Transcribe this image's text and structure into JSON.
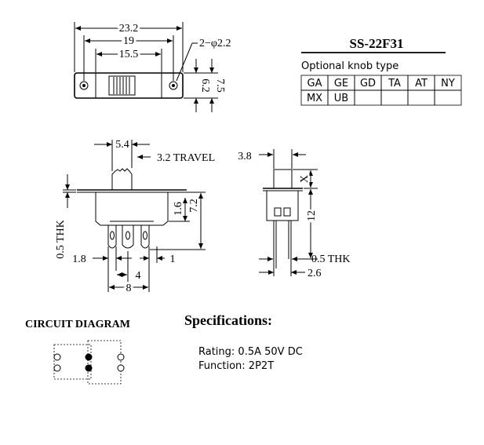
{
  "model": "SS-22F31",
  "knob": {
    "heading": "Optional knob type",
    "row1": [
      "GA",
      "GE",
      "GD",
      "TA",
      "AT",
      "NY"
    ],
    "row2": [
      "MX",
      "UB",
      "",
      "",
      "",
      ""
    ]
  },
  "top_view": {
    "dim_overall": "23.2",
    "dim_holes": "19",
    "dim_body": "15.5",
    "dim_hole_dia": "2−φ2.2",
    "dim_inner_height": "6.2",
    "dim_outer_height": "7.5"
  },
  "side_view": {
    "dim_knob_width": "5.4",
    "dim_travel": "3.2  TRAVEL",
    "dim_thk": "0.5  THK",
    "dim_left": "1.8",
    "dim_pitch": "4",
    "dim_span": "8",
    "dim_right": "1",
    "dim_plate": "1.6",
    "dim_height": "7.2"
  },
  "end_view": {
    "dim_knob": "3.8",
    "dim_x": "X",
    "dim_12": "12",
    "dim_thk": "0.5  THK",
    "dim_pin": "2.6"
  },
  "circuit": {
    "heading": "CIRCUIT DIAGRAM"
  },
  "specs": {
    "heading": "Specifications:",
    "rating": "Rating: 0.5A 50V DC",
    "function": "Function: 2P2T"
  }
}
